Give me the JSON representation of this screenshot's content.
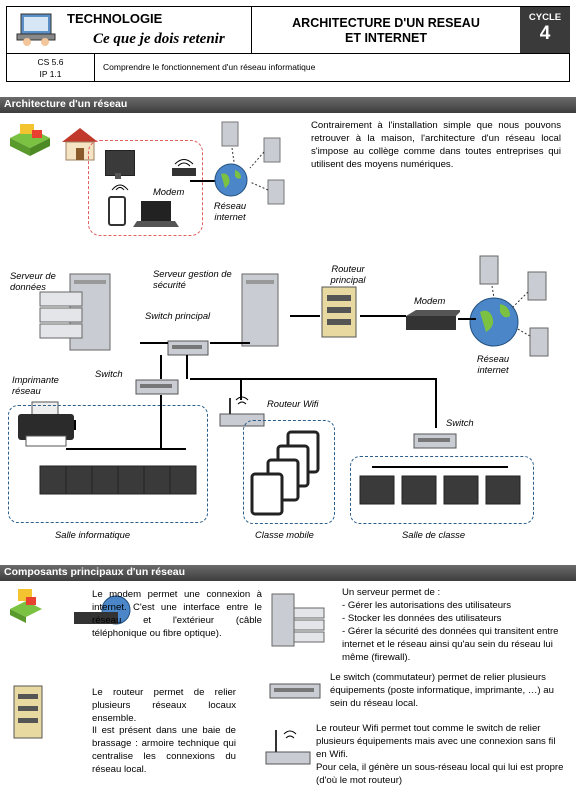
{
  "header": {
    "technologie": "TECHNOLOGIE",
    "subtitle": "Ce que je dois retenir",
    "title_line1": "ARCHITECTURE D'UN RESEAU",
    "title_line2": "ET INTERNET",
    "cycle_label": "CYCLE",
    "cycle_number": "4",
    "code1": "CS 5.6",
    "code2": "IP 1.1",
    "objective": "Comprendre le fonctionnement d'un réseau informatique"
  },
  "section1": {
    "title": "Architecture d'un réseau",
    "intro": "Contrairement à l'installation simple que nous pouvons retrouver à la maison, l'architecture d'un réseau local s'impose au collège comme dans toutes entreprises qui utilisent des moyens numériques.",
    "home_labels": {
      "modem": "Modem",
      "internet": "Réseau internet"
    },
    "diagram_labels": {
      "data_server": "Serveur de données",
      "security_server": "Serveur gestion de sécurité",
      "router": "Routeur principal",
      "main_switch": "Switch principal",
      "modem": "Modem",
      "internet": "Réseau internet",
      "printer": "Imprimante réseau",
      "switch_left": "Switch",
      "wifi_router": "Routeur Wifi",
      "switch_right": "Switch",
      "computer_room": "Salle informatique",
      "mobile_class": "Classe mobile",
      "classroom": "Salle de classe"
    }
  },
  "section2": {
    "title": "Composants principaux d'un réseau",
    "modem_text": "Le modem permet une connexion à internet. C'est une interface entre le réseau et l'extérieur (câble téléphonique ou fibre optique).",
    "router_text_1": "Le routeur permet de relier plusieurs réseaux locaux ensemble.",
    "router_text_2": "Il est présent dans une baie de brassage : armoire technique qui centralise les connexions du réseau local.",
    "server_title": "Un serveur permet de :",
    "server_items": [
      "- Gérer les autorisations des utilisateurs",
      "- Stocker les données des utilisateurs",
      "- Gérer la sécurité des données qui transitent entre internet et le réseau ainsi qu'au sein du réseau lui même (firewall)."
    ],
    "switch_text": "Le switch (commutateur) permet de relier plusieurs équipements (poste informatique, imprimante, …) au sein du réseau local.",
    "wifi_text_1": "Le routeur Wifi permet tout comme le switch de relier plusieurs équipements mais avec une connexion sans fil en Wifi.",
    "wifi_text_2": "Pour cela, il génère un sous-réseau local qui lui est propre (d'où le mot routeur)"
  }
}
